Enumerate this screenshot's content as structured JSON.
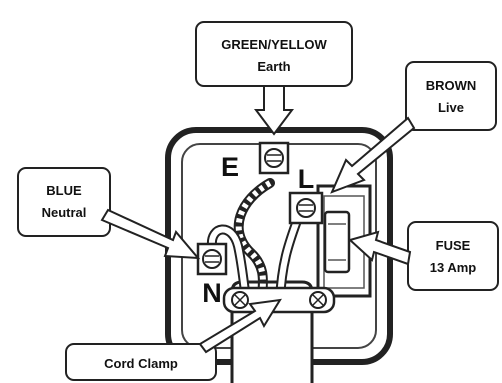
{
  "labels": {
    "earth": {
      "line1": "GREEN/YELLOW",
      "line2": "Earth"
    },
    "live": {
      "line1": "BROWN",
      "line2": "Live"
    },
    "neutral": {
      "line1": "BLUE",
      "line2": "Neutral"
    },
    "fuse": {
      "line1": "FUSE",
      "line2": "13 Amp"
    },
    "cord_clamp": "Cord Clamp"
  },
  "terminal_letters": {
    "earth": "E",
    "live": "L",
    "neutral": "N"
  },
  "wire_colors": {
    "earth": "green/yellow",
    "live": "brown",
    "neutral": "blue"
  }
}
